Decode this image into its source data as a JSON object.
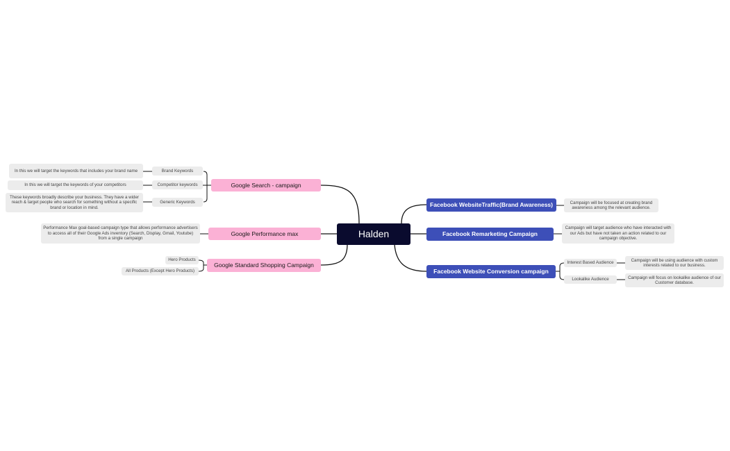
{
  "mindmap": {
    "root": "Halden",
    "left": {
      "search": {
        "title": "Google Search - campaign",
        "brand_kw": "Brand Keywords",
        "brand_desc": "In this we will target the keywords that includes your brand name",
        "competitor_kw": "Competitor keywords",
        "competitor_desc": "In this we will target the keywords of your competitors",
        "generic_kw": "Generic Keywords",
        "generic_desc": "These keywords broadly describe your business. They have a wider reach & target people who search for something without a specific brand or location in mind."
      },
      "pmax": {
        "title": "Google Performance max",
        "desc": "Performance Max goal-based campaign type that allows performance advertisers to access all of their Google Ads inventory (Search, Display, Gmail, Youtube) from a single campaign"
      },
      "shopping": {
        "title": "Google Standard Shopping Campaign",
        "hero": "Hero Products",
        "all": "All Products (Except Hero Products)"
      }
    },
    "right": {
      "traffic": {
        "title": "Facebook WebsiteTraffic(Brand Awareness)",
        "desc": "Campaign will be focused at creating brand awareness among the relevant audience."
      },
      "remarketing": {
        "title": "Facebook Remarketing Campaign",
        "desc": "Campaign will target audience who have interacted with our Ads but have not taken an action related to our campaign objective."
      },
      "conversion": {
        "title": "Facebook Website Conversion campaign",
        "interest": "Interest Based Audience",
        "interest_desc": "Campaign will be using audience with custom interests related to our business.",
        "lookalike": "Lookalike Audience",
        "lookalike_desc": "Campaign will focus on lookalike audience of our Customer database."
      }
    },
    "colors": {
      "root_bg": "#0a0b2e",
      "google_node": "#fbb1d5",
      "facebook_node": "#3d4fb8",
      "leaf_bg": "#ececec",
      "connector": "#111111"
    }
  }
}
